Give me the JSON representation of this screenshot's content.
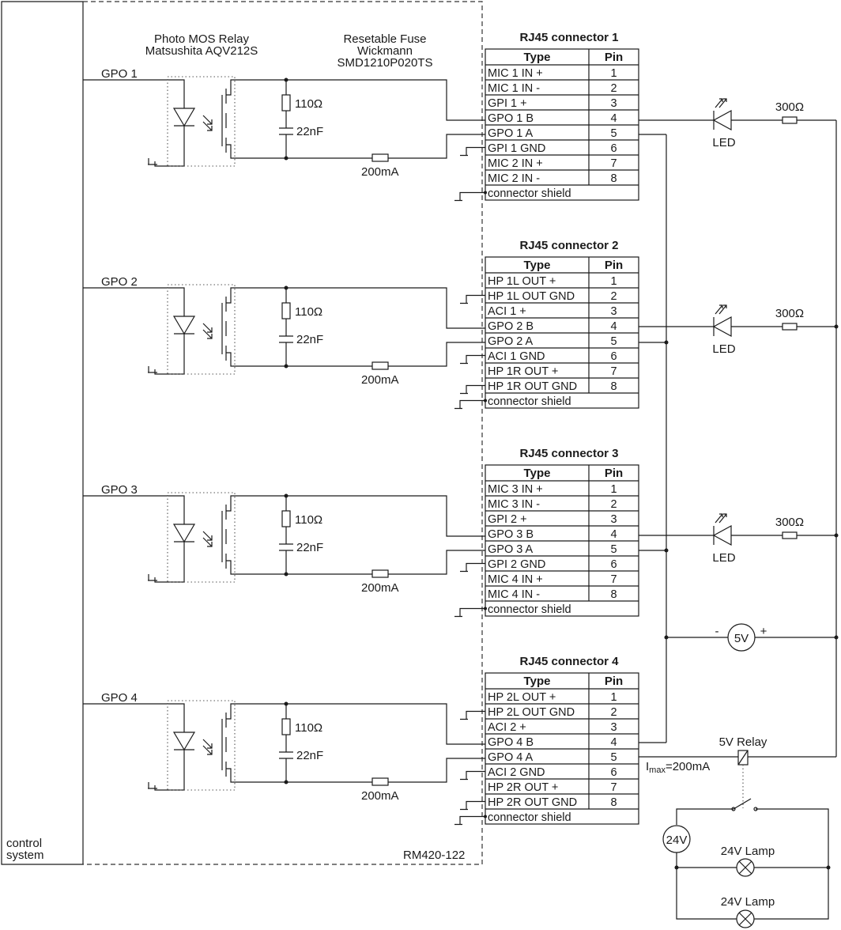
{
  "texts": {
    "relay_title_1": "Photo MOS Relay",
    "relay_title_2": "Matsushita AQV212S",
    "fuse_title_1": "Resetable Fuse",
    "fuse_title_2": "Wickmann",
    "fuse_title_3": "SMD1210P020TS",
    "control_system_1": "control",
    "control_system_2": "system",
    "module_label": "RM420-122",
    "resistor_label": "110Ω",
    "capacitor_label": "22nF",
    "fuse_label": "200mA",
    "led_label": "LED",
    "led_resistor_label": "300Ω",
    "source_5v": "5V",
    "source_5v_minus": "-",
    "source_5v_plus": "+",
    "relay_5v_label": "5V Relay",
    "imax_prefix": "I",
    "imax_sub": "max",
    "imax_value": "=200mA",
    "source_24v": "24V",
    "lamp_label": "24V Lamp"
  },
  "gpo_labels": [
    "GPO 1",
    "GPO 2",
    "GPO 3",
    "GPO 4"
  ],
  "connectors": [
    {
      "title": "RJ45 connector 1",
      "col_type": "Type",
      "col_pin": "Pin",
      "rows": [
        {
          "type": "MIC 1 IN +",
          "pin": "1"
        },
        {
          "type": "MIC 1 IN -",
          "pin": "2"
        },
        {
          "type": "GPI 1 +",
          "pin": "3"
        },
        {
          "type": "GPO 1 B",
          "pin": "4"
        },
        {
          "type": "GPO 1 A",
          "pin": "5"
        },
        {
          "type": "GPI 1 GND",
          "pin": "6"
        },
        {
          "type": "MIC 2 IN +",
          "pin": "7"
        },
        {
          "type": "MIC 2 IN -",
          "pin": "8"
        }
      ],
      "shield": "connector shield"
    },
    {
      "title": "RJ45 connector 2",
      "col_type": "Type",
      "col_pin": "Pin",
      "rows": [
        {
          "type": "HP 1L OUT +",
          "pin": "1"
        },
        {
          "type": "HP 1L OUT GND",
          "pin": "2"
        },
        {
          "type": "ACI 1 +",
          "pin": "3"
        },
        {
          "type": "GPO 2 B",
          "pin": "4"
        },
        {
          "type": "GPO 2 A",
          "pin": "5"
        },
        {
          "type": "ACI 1 GND",
          "pin": "6"
        },
        {
          "type": "HP 1R OUT +",
          "pin": "7"
        },
        {
          "type": "HP 1R OUT GND",
          "pin": "8"
        }
      ],
      "shield": "connector shield"
    },
    {
      "title": "RJ45 connector 3",
      "col_type": "Type",
      "col_pin": "Pin",
      "rows": [
        {
          "type": "MIC 3 IN +",
          "pin": "1"
        },
        {
          "type": "MIC 3 IN -",
          "pin": "2"
        },
        {
          "type": "GPI 2 +",
          "pin": "3"
        },
        {
          "type": "GPO 3 B",
          "pin": "4"
        },
        {
          "type": "GPO 3 A",
          "pin": "5"
        },
        {
          "type": "GPI 2 GND",
          "pin": "6"
        },
        {
          "type": "MIC 4 IN +",
          "pin": "7"
        },
        {
          "type": "MIC 4 IN -",
          "pin": "8"
        }
      ],
      "shield": "connector shield"
    },
    {
      "title": "RJ45 connector 4",
      "col_type": "Type",
      "col_pin": "Pin",
      "rows": [
        {
          "type": "HP 2L OUT +",
          "pin": "1"
        },
        {
          "type": "HP 2L OUT GND",
          "pin": "2"
        },
        {
          "type": "ACI 2 +",
          "pin": "3"
        },
        {
          "type": "GPO 4 B",
          "pin": "4"
        },
        {
          "type": "GPO 4 A",
          "pin": "5"
        },
        {
          "type": "ACI 2 GND",
          "pin": "6"
        },
        {
          "type": "HP 2R OUT +",
          "pin": "7"
        },
        {
          "type": "HP 2R OUT GND",
          "pin": "8"
        }
      ],
      "shield": "connector shield"
    }
  ],
  "colors": {
    "line": "#1a1a1a",
    "background": "#ffffff"
  },
  "icons": [
    "photomos-relay-icon",
    "resistor-icon",
    "capacitor-icon",
    "fuse-icon",
    "led-icon",
    "ground-icon",
    "voltage-source-icon",
    "relay-coil-icon",
    "switch-icon",
    "lamp-icon"
  ]
}
